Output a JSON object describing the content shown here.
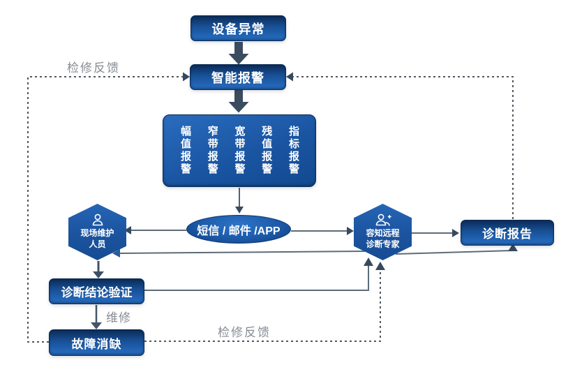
{
  "diagram": {
    "nodes": {
      "equipment_abnormal": "设备异常",
      "intelligent_alarm": "智能报警",
      "alarm_types": [
        "幅值报警",
        "窄带报警",
        "宽带报警",
        "残值报警",
        "指标报警"
      ],
      "notification_channels": "短信 / 邮件 /APP",
      "field_personnel_line1": "现场维护",
      "field_personnel_line2": "人员",
      "remote_expert_line1": "容知远程",
      "remote_expert_line2": "诊断专家",
      "diagnosis_report": "诊断报告",
      "conclusion_verification": "诊断结论验证",
      "fault_elimination": "故障消缺"
    },
    "edge_labels": {
      "feedback_top": "检修反馈",
      "feedback_bottom": "检修反馈",
      "repair": "维修"
    },
    "colors": {
      "node_blue_light": "#2a6fc0",
      "node_blue_dark": "#0b2b56",
      "thick_arrow": "#3a4c5f",
      "line_gray": "#5d6b79",
      "dashed_gray": "#4f565e",
      "label_gray": "#878d95"
    }
  }
}
